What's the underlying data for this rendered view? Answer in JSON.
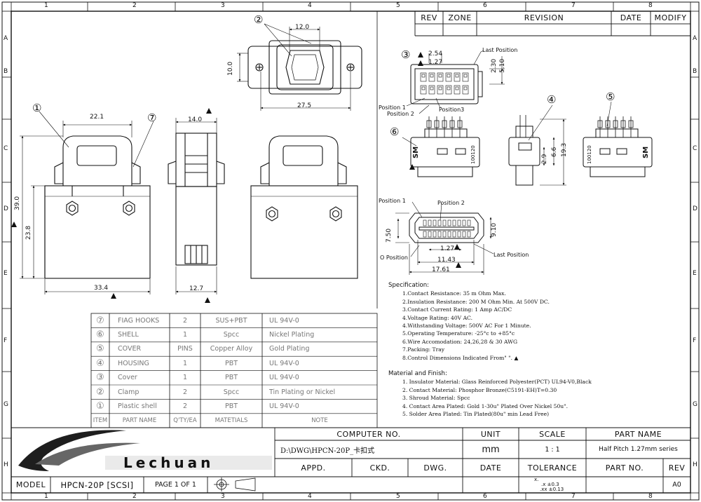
{
  "grid": {
    "cols": [
      "1",
      "2",
      "3",
      "4",
      "5",
      "6",
      "7",
      "8"
    ],
    "rows": [
      "A",
      "B",
      "C",
      "D",
      "E",
      "F",
      "G",
      "H"
    ]
  },
  "revision_header": {
    "rev": "REV",
    "zone": "ZONE",
    "revision": "REVISION",
    "date": "DATE",
    "modify": "MODIFY"
  },
  "callouts": {
    "c1": "①",
    "c2": "②",
    "c3": "③",
    "c4": "④",
    "c5": "⑤",
    "c6": "⑥",
    "c7": "⑦"
  },
  "dims": {
    "top_w": "12.0",
    "top_h": "10.0",
    "top_len": "27.5",
    "front_w": "22.1",
    "front_h": "39.0",
    "front_h2": "23.8",
    "front_base": "33.4",
    "side_w": "14.0",
    "side_base": "12.7",
    "pitch_a": "2.54",
    "pitch_b": "1.27",
    "d230": "2.30",
    "d510": "5.10",
    "d29": "2.9",
    "d66": "6.6",
    "d193": "19.3",
    "d750": "7.50",
    "d910": "9.10",
    "d127": "1.27",
    "d1143": "11.43",
    "d1761": "17.61"
  },
  "pin_labels": {
    "last_position": "Last Position",
    "position1": "Position 1",
    "position2": "Position 2",
    "position3": "Position3",
    "position1b": "Position 1",
    "position2b": "Position 2",
    "last_position_b": "Last Position",
    "o_position": "O Position"
  },
  "body_marks": {
    "sm": "SM",
    "code": "100120"
  },
  "bom": {
    "rows": [
      {
        "item": "⑦",
        "name": "FIAG HOOKS",
        "qty": "2",
        "material": "SUS+PBT",
        "note": "UL 94V-0"
      },
      {
        "item": "⑥",
        "name": "SHELL",
        "qty": "1",
        "material": "Spcc",
        "note": "Nickel Plating"
      },
      {
        "item": "⑤",
        "name": "COVER",
        "qty": "PINS",
        "material": "Copper Alloy",
        "note": "Gold Plating"
      },
      {
        "item": "④",
        "name": "HOUSING",
        "qty": "1",
        "material": "PBT",
        "note": "UL 94V-0"
      },
      {
        "item": "③",
        "name": "Cover",
        "qty": "1",
        "material": "PBT",
        "note": "UL 94V-0"
      },
      {
        "item": "②",
        "name": "Clamp",
        "qty": "2",
        "material": "Spcc",
        "note": "Tin Plating or Nickel"
      },
      {
        "item": "①",
        "name": "Plastic shell",
        "qty": "2",
        "material": "PBT",
        "note": "UL 94V-0"
      }
    ],
    "header": {
      "item": "ITEM",
      "name": "PART NAME",
      "qty": "Q'TY/EA",
      "material": "MATETIALS",
      "note": "NOTE"
    }
  },
  "spec": {
    "title": "Specification:",
    "items": [
      "1.Contact Resistance: 35 m Ohm Max.",
      "2.Insulation Resistance: 200 M Ohm Min. At 500V DC.",
      "3.Contact Current Rating: 1 Amp AC/DC",
      "4.Voltage Rating: 40V AC.",
      "4.Withstanding Voltage: 500V AC For 1 Minute.",
      "5.Operating Temperature: -25°c to +85°c",
      "6.Wire Accomodation: 24,26,28 & 30 AWG",
      "7.Packing: Tray",
      "8.Control Dimensions Indicated From\"   \". ▲"
    ]
  },
  "material": {
    "title": "Material and Finish:",
    "items": [
      "1. Insulator Material: Glass Reinforced Polyester(PCT) UL94-V0,Black",
      "2. Contact Material: Phosphor Bronze(C5191-EH)T=0.30",
      "3. Shroud Material: Spcc",
      "4. Contact Area Plated: Gold 1-30u\" Plated  Over Nickel 50u\".",
      "5. Solder Area Plated: Tin Plated(80u\" min Lead Free)"
    ]
  },
  "title_block": {
    "computer_no": "COMPUTER  NO.",
    "unit": "UNIT",
    "scale": "SCALE",
    "part_name": "PART  NAME",
    "path": "D:\\DWG\\HPCN-20P_卡扣式",
    "unit_val": "mm",
    "scale_val": "1 : 1",
    "part_name_val": "Half Pitch 1.27mm series",
    "appd": "APPD.",
    "ckd": "CKD.",
    "dwg": "DWG.",
    "date": "DATE",
    "tolerance": "TOLERANCE",
    "part_no": "PART NO.",
    "rev": "REV",
    "tol_x": "x.",
    "tol_1": ".x   ±0.3",
    "tol_2": ".xx  ±0.13",
    "rev_val": "A0",
    "model": "MODEL",
    "model_val": "HPCN-20P  [SCSI]",
    "page": "PAGE 1 OF 1",
    "logo": "Lechuan"
  }
}
